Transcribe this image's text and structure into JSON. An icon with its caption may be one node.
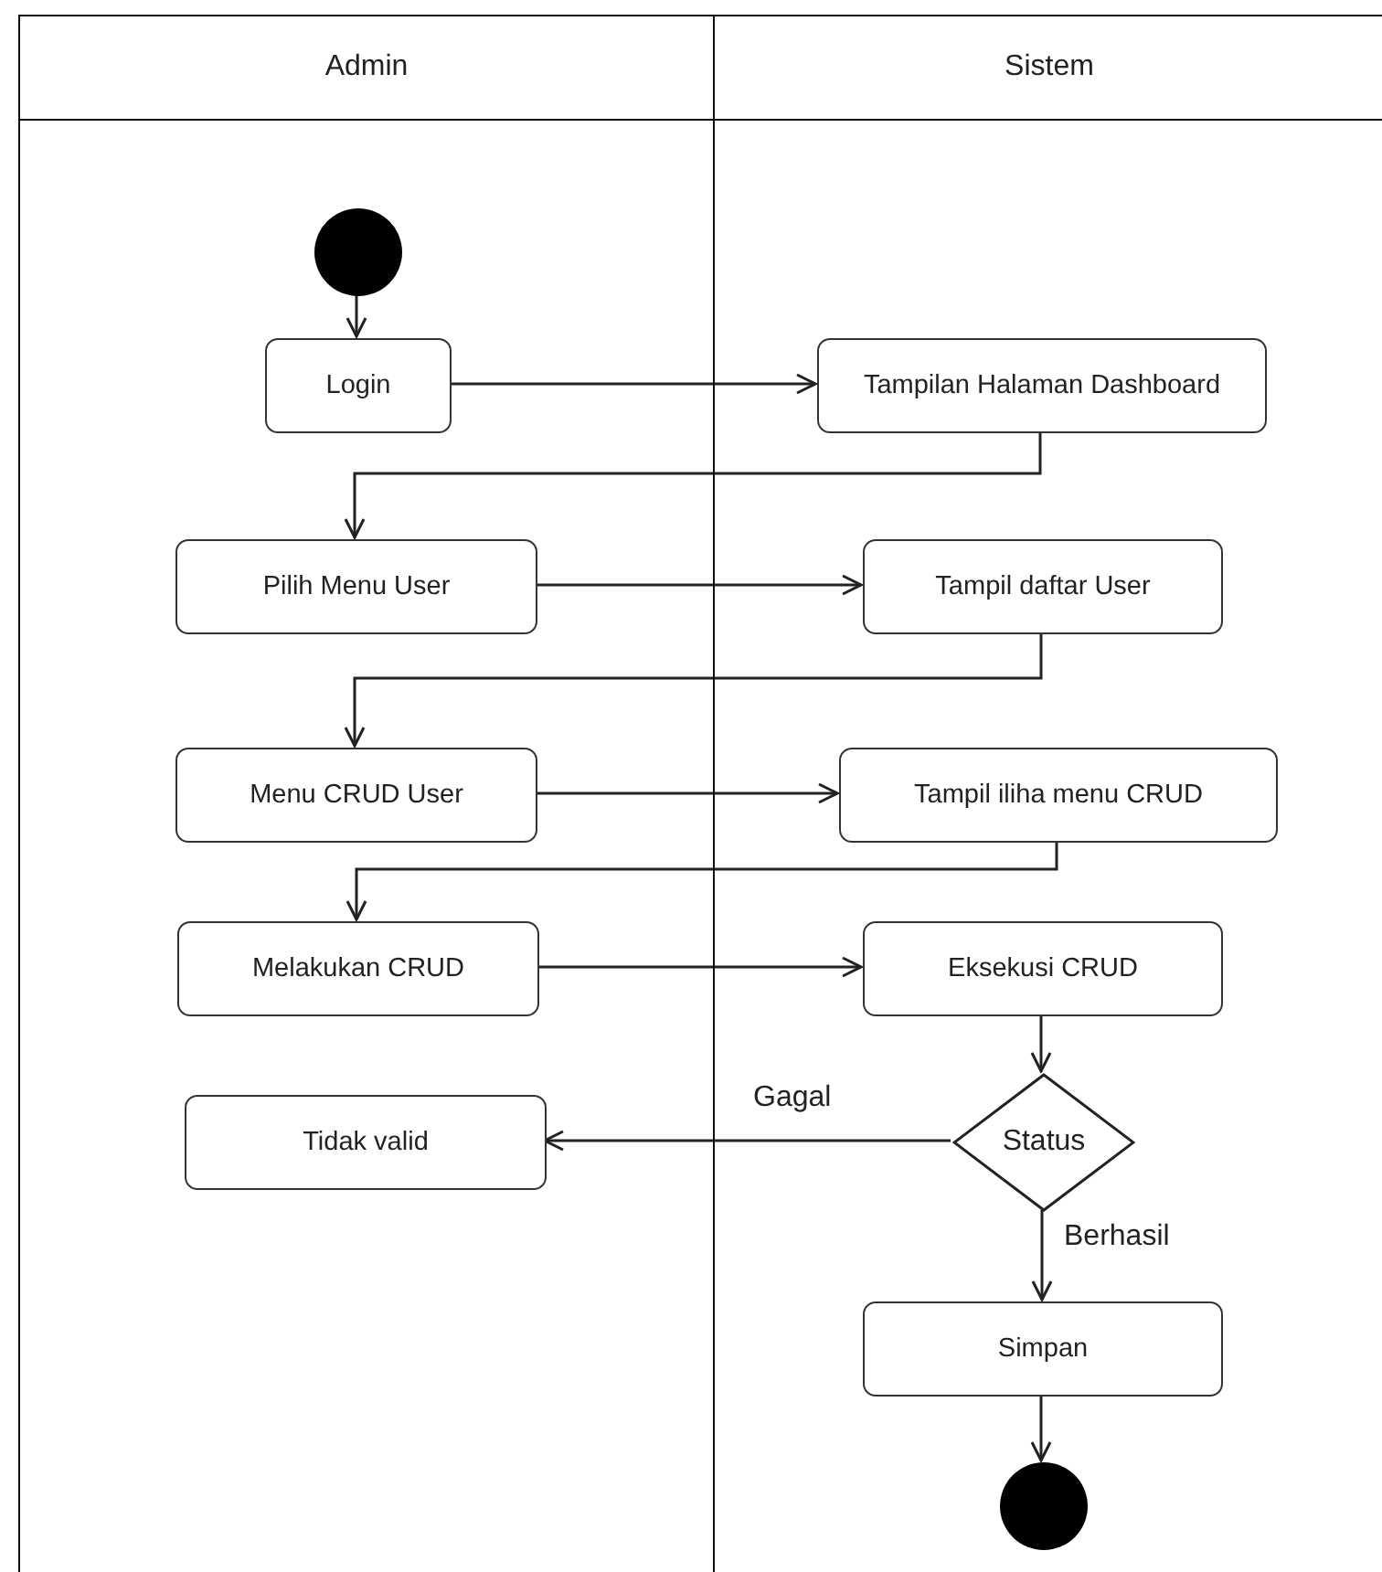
{
  "diagram": {
    "nodes": [
      {
        "text": [
          "Admin"
        ]
      },
      {
        "text": [
          "Sistem"
        ]
      },
      {
        "text": [],
        "shape": "circle",
        "in": 0
      },
      {
        "text": [
          "Login"
        ],
        "in": 0
      },
      {
        "text": [
          "Tampilan Halaman Dashboard"
        ],
        "in": 1
      },
      {
        "text": [
          "Pilih Menu User"
        ],
        "in": 0
      },
      {
        "text": [
          "Tampil daftar User"
        ],
        "in": 1
      },
      {
        "text": [
          "Menu CRUD User"
        ],
        "in": 0
      },
      {
        "text": [
          "Tampil iliha menu CRUD"
        ],
        "in": 1
      },
      {
        "text": [
          "Melakukan CRUD"
        ],
        "in": 0
      },
      {
        "text": [
          "Eksekusi CRUD"
        ],
        "in": 1
      },
      {
        "text": [
          "Tidak valid"
        ],
        "in": 0
      },
      {
        "text": [
          "Status"
        ],
        "in": 1
      },
      {
        "text": [
          "Simpan"
        ],
        "in": 1
      },
      {
        "text": [],
        "shape": "circle",
        "in": 1
      }
    ],
    "edges": [
      {
        "from": 2,
        "to": 3,
        "arrow": "to"
      },
      {
        "from": 3,
        "to": 4,
        "arrow": "to"
      },
      {
        "from": 4,
        "to": 5,
        "arrow": "to"
      },
      {
        "from": 5,
        "to": 6,
        "arrow": "to"
      },
      {
        "from": 6,
        "to": 7,
        "arrow": "to"
      },
      {
        "from": 7,
        "to": 8,
        "arrow": "to"
      },
      {
        "from": 8,
        "to": 9,
        "arrow": "to"
      },
      {
        "from": 9,
        "to": 10,
        "arrow": "to"
      },
      {
        "from": 10,
        "to": 12,
        "arrow": "to"
      },
      {
        "from": 12,
        "to": 11,
        "arrow": "to",
        "label": "Gagal"
      },
      {
        "from": 12,
        "to": 13,
        "arrow": "to",
        "label": "Berhasil"
      },
      {
        "from": 13,
        "to": 14,
        "arrow": "to"
      }
    ]
  }
}
